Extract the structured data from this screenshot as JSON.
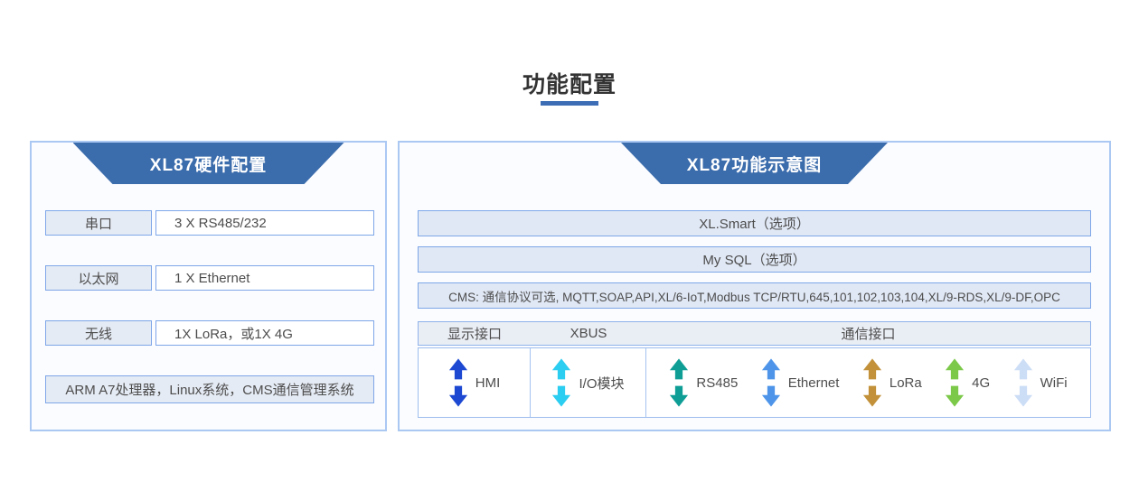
{
  "page": {
    "title": "功能配置"
  },
  "left_panel": {
    "header": "XL87硬件配置",
    "rows": [
      {
        "label": "串口",
        "value": "3 X RS485/232"
      },
      {
        "label": "以太网",
        "value": "1 X Ethernet"
      },
      {
        "label": "无线",
        "value": "1X LoRa，或1X 4G"
      }
    ],
    "footer": "ARM A7处理器，Linux系统，CMS通信管理系统"
  },
  "right_panel": {
    "header": "XL87功能示意图",
    "bars": [
      "XL.Smart（选项）",
      "My SQL（选项）",
      "CMS: 通信协议可选, MQTT,SOAP,API,XL/6-IoT,Modbus TCP/RTU,645,101,102,103,104,XL/9-RDS,XL/9-DF,OPC"
    ],
    "table_headers": [
      "显示接口",
      "XBUS",
      "通信接口"
    ],
    "interfaces": [
      {
        "label": "HMI",
        "arrow_color": "#1d49d2"
      },
      {
        "label": "I/O模块",
        "arrow_color": "#2bcdf0"
      },
      {
        "label": "RS485",
        "arrow_color": "#0f9e96"
      },
      {
        "label": "Ethernet",
        "arrow_color": "#4e95ea"
      },
      {
        "label": "LoRa",
        "arrow_color": "#c2913a"
      },
      {
        "label": "4G",
        "arrow_color": "#7cc94a"
      },
      {
        "label": "WiFi",
        "arrow_color": "#ccddf6"
      }
    ]
  },
  "colors": {
    "trapezoid_blue": "#3b6cac",
    "panel_border": "#abc8f3",
    "box_border": "#7ea6e8",
    "label_fill": "#e5ebf4",
    "bar_fill": "#e0e8f5",
    "underline": "#3d6eb5"
  }
}
